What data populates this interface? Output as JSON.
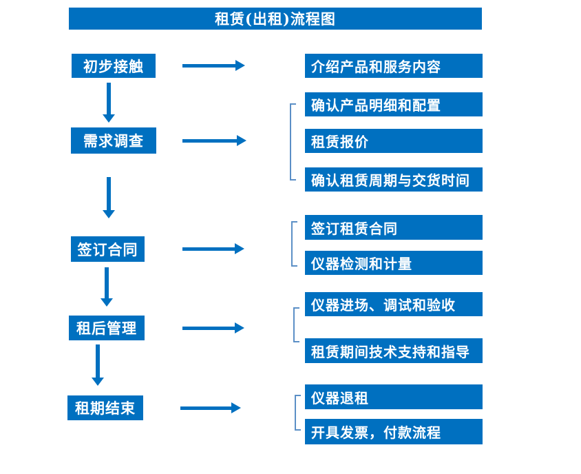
{
  "title": "租赁(出租)流程图",
  "colors": {
    "box_blue": "#0070C0",
    "bracket_blue": "#5b8fc6",
    "text_white": "#ffffff",
    "background": "#ffffff"
  },
  "groups": [
    {
      "step": "初步接触",
      "details": [
        "介绍产品和服务内容"
      ]
    },
    {
      "step": "需求调查",
      "details": [
        "确认产品明细和配置",
        "租赁报价",
        "确认租赁周期与交货时间"
      ]
    },
    {
      "step": "签订合同",
      "details": [
        "签订租赁合同",
        "仪器检测和计量"
      ]
    },
    {
      "step": "租后管理",
      "details": [
        "仪器进场、调试和验收",
        "租赁期间技术支持和指导"
      ]
    },
    {
      "step": "租期结束",
      "details": [
        "仪器退租",
        "开具发票，付款流程"
      ]
    }
  ]
}
